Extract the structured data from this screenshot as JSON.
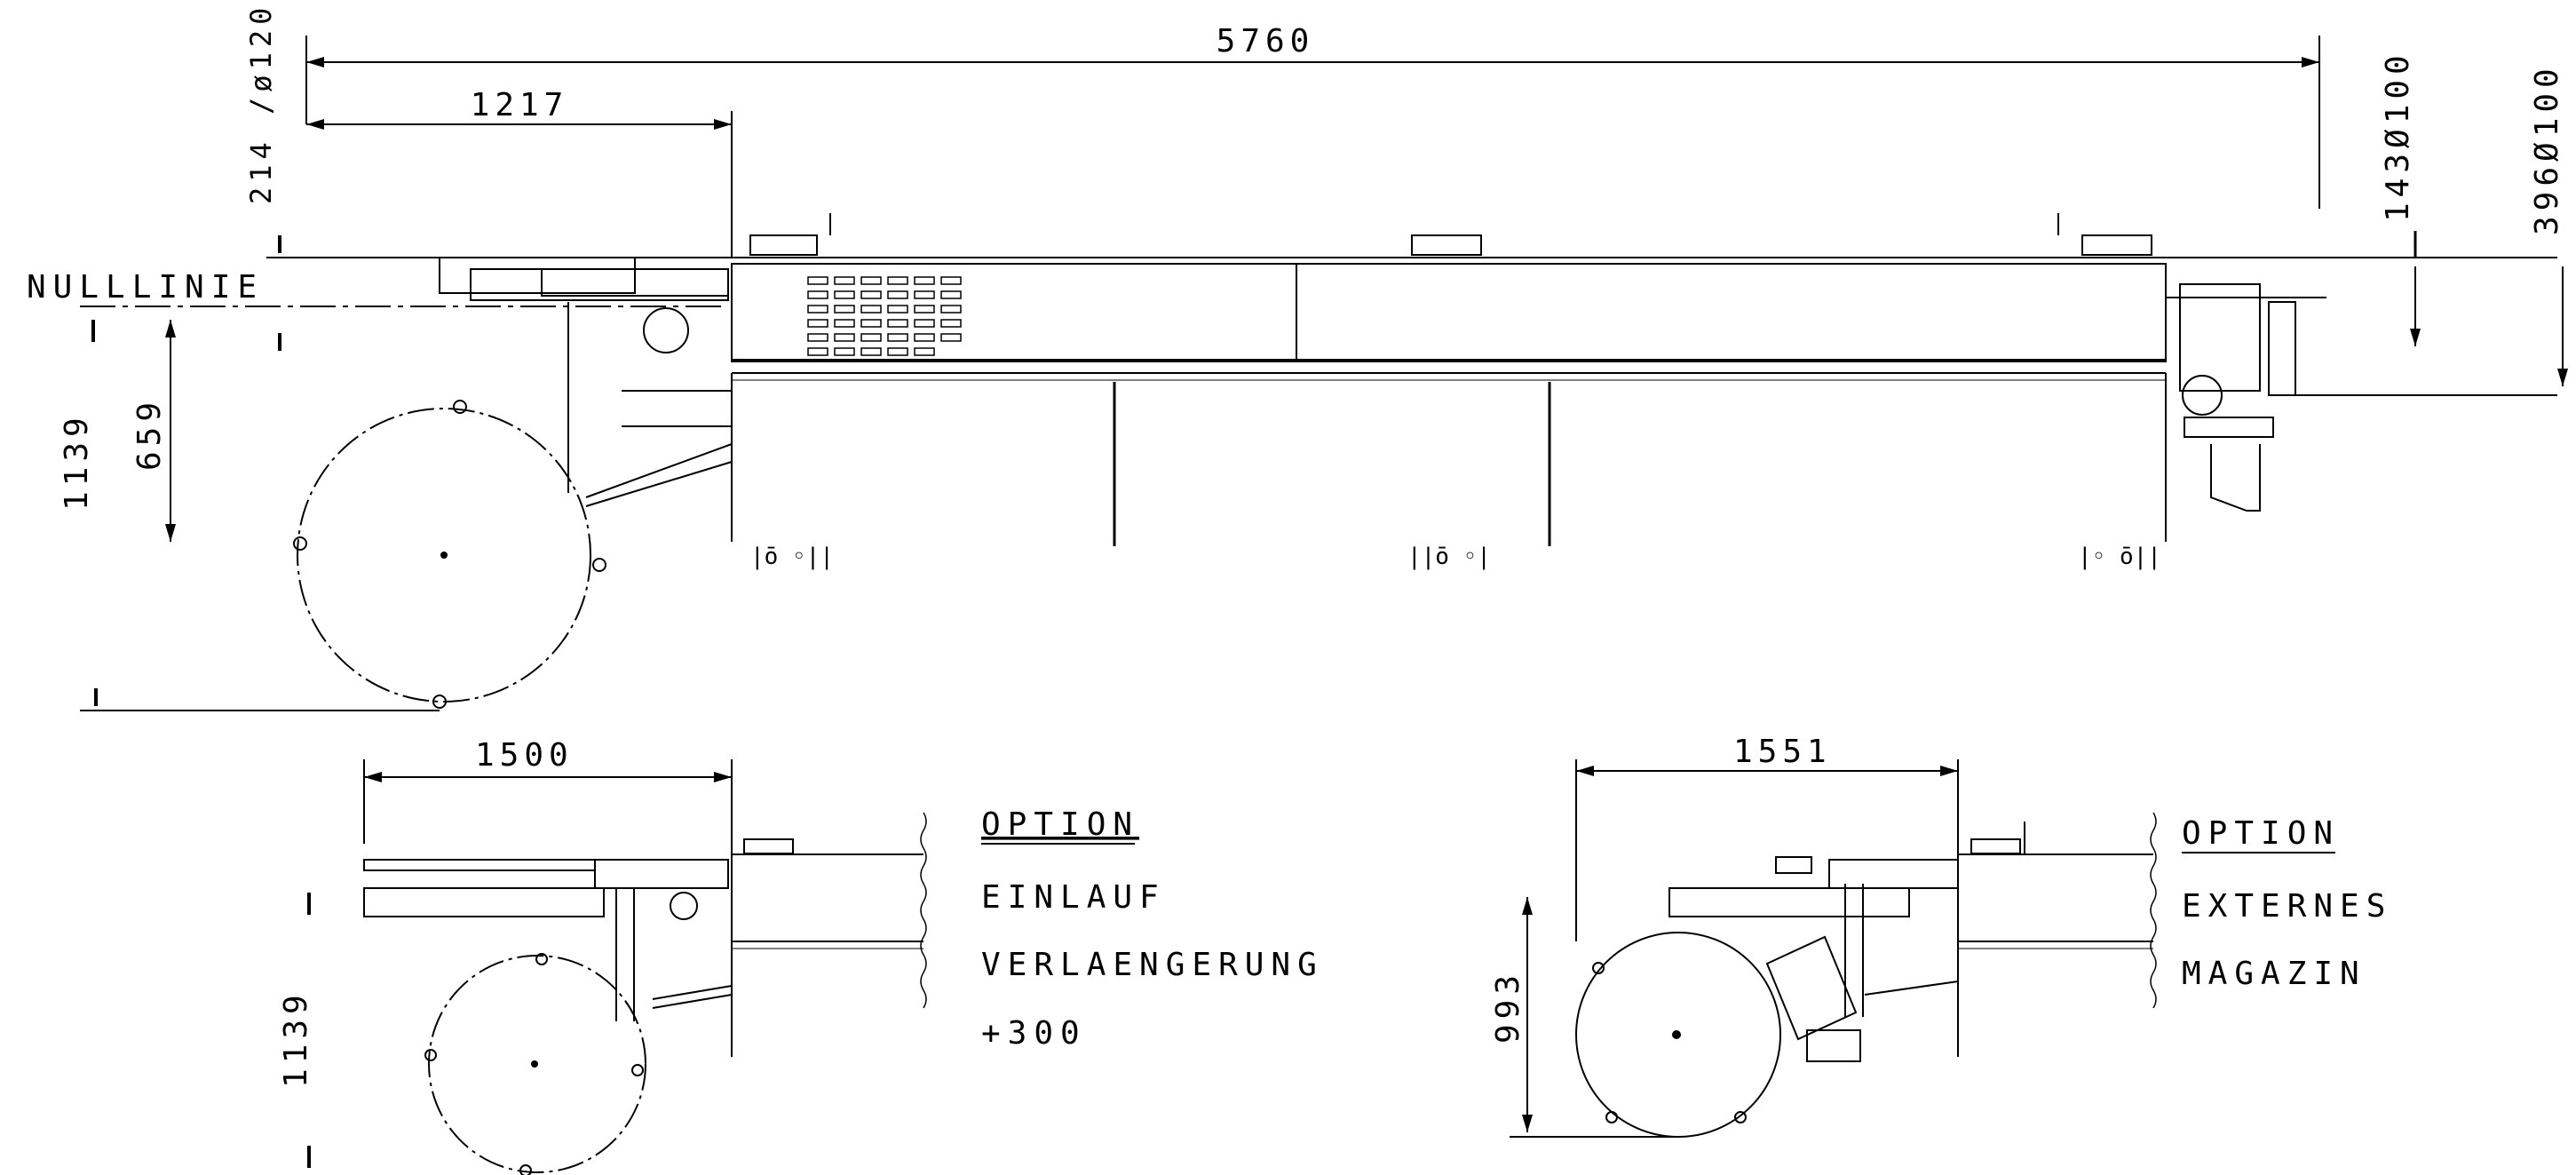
{
  "dimensions": {
    "total_length": "5760",
    "infeed_length": "1217",
    "left_vertical_top": "214 /ø120",
    "right_vertical_1": "143Ø100",
    "right_vertical_2": "396Ø100",
    "height_main": "1139",
    "height_nullline": "659",
    "option1_width": "1500",
    "option1_height": "1139",
    "option2_width": "1551",
    "option2_height": "993"
  },
  "labels": {
    "nulllinie": "NULLLINIE"
  },
  "option_einlauf": {
    "heading": "OPTION",
    "line1": "EINLAUF",
    "line2": "VERLAENGERUNG",
    "line3": "+300"
  },
  "option_magazin": {
    "heading": "OPTION",
    "line1": "EXTERNES",
    "line2": "MAGAZIN"
  }
}
